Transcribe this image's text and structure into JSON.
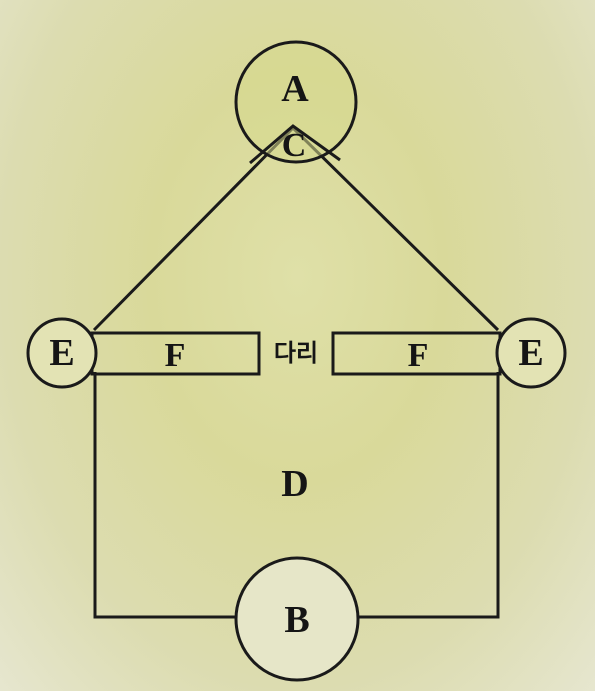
{
  "diagram": {
    "top_node": {
      "label": "A"
    },
    "top_inner": {
      "label": "C"
    },
    "bottom_node": {
      "label": "B"
    },
    "left_node": {
      "label": "E"
    },
    "right_node": {
      "label": "E"
    },
    "left_bar": {
      "label": "F"
    },
    "right_bar": {
      "label": "F"
    },
    "bridge": {
      "label": "다리"
    },
    "region": {
      "label": "D"
    }
  },
  "colors": {
    "stroke": "#1a1a1a",
    "top_fill": "#d6d98c",
    "node_fill": "#e3e3b4",
    "bottom_fill": "#e6e6c8"
  }
}
